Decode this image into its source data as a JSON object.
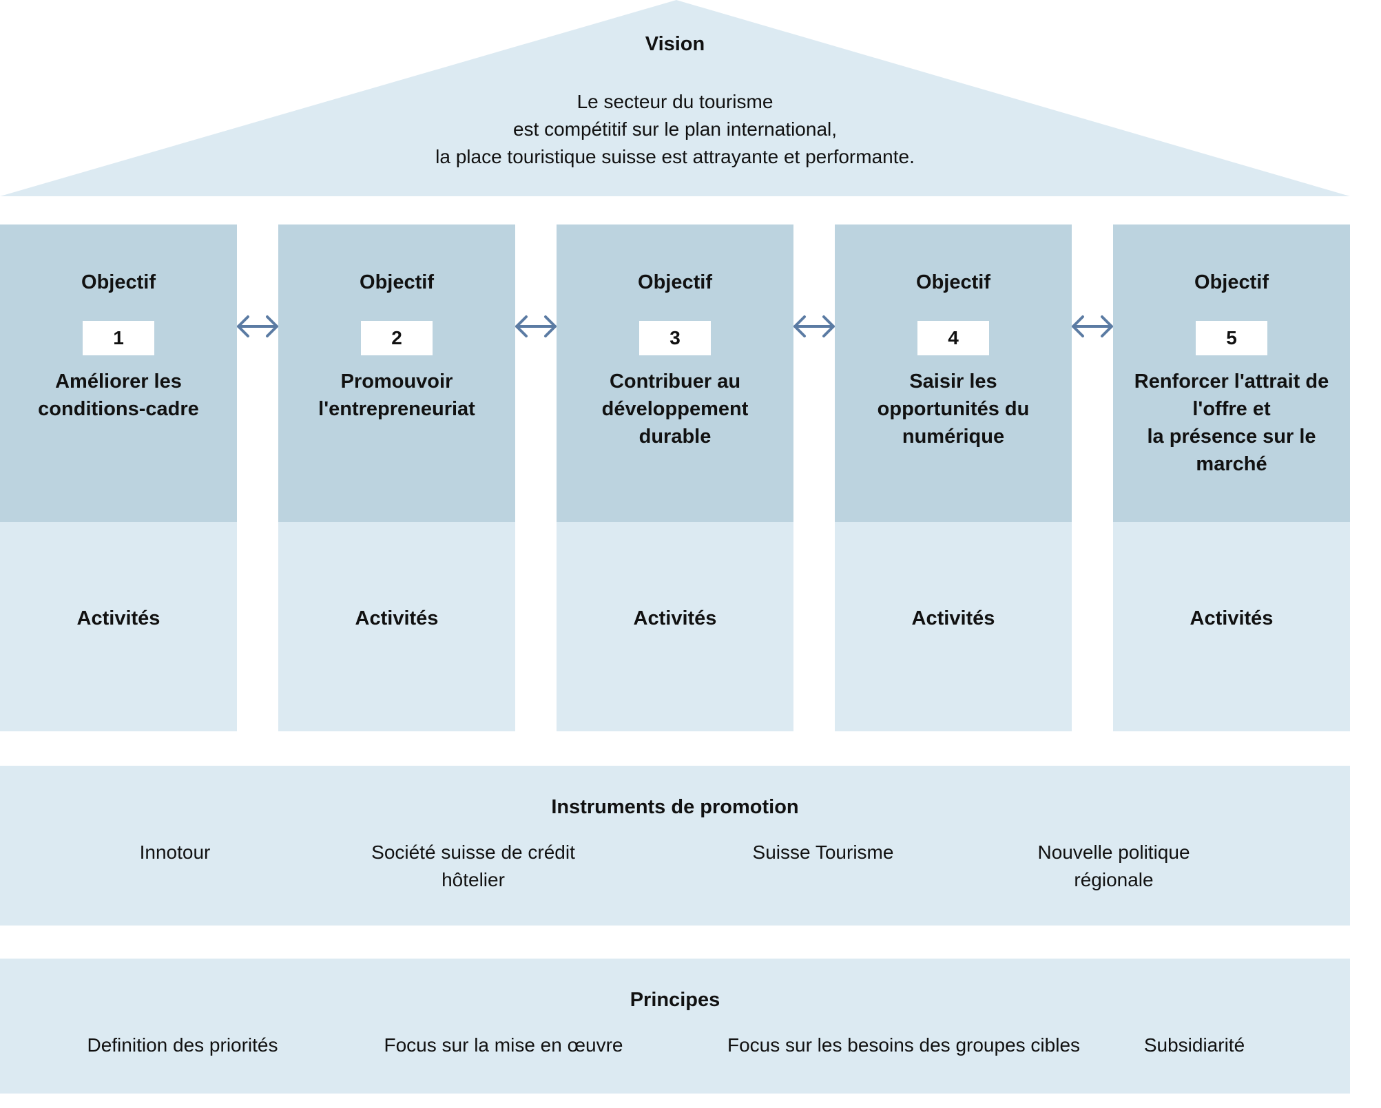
{
  "vision": {
    "title": "Vision",
    "lines": [
      "Le secteur du tourisme",
      "est compétitif sur le plan international,",
      "la place touristique suisse est attrayante et performante."
    ]
  },
  "pillars": [
    {
      "label": "Objectif",
      "number": "1",
      "lines": [
        "Améliorer les",
        "conditions-cadre"
      ],
      "activity": "Activités"
    },
    {
      "label": "Objectif",
      "number": "2",
      "lines": [
        "Promouvoir",
        "l'entrepreneuriat"
      ],
      "activity": "Activités"
    },
    {
      "label": "Objectif",
      "number": "3",
      "lines": [
        "Contribuer au",
        "développement",
        "durable"
      ],
      "activity": "Activités"
    },
    {
      "label": "Objectif",
      "number": "4",
      "lines": [
        "Saisir les",
        "opportunités du",
        "numérique"
      ],
      "activity": "Activités"
    },
    {
      "label": "Objectif",
      "number": "5",
      "lines": [
        "Renforcer l'attrait de",
        "l'offre et",
        "la présence sur le",
        "marché"
      ],
      "activity": "Activités"
    }
  ],
  "instruments": {
    "title": "Instruments de promotion",
    "items": [
      [
        "Innotour"
      ],
      [
        "Société suisse de crédit",
        "hôtelier"
      ],
      [
        "Suisse Tourisme"
      ],
      [
        "Nouvelle politique",
        "régionale"
      ]
    ]
  },
  "principles": {
    "title": "Principes",
    "items": [
      "Definition des priorités",
      "Focus sur  la mise en œuvre",
      "Focus sur les besoins des groupes cibles",
      "Subsidiarité"
    ]
  },
  "colors": {
    "light": "#dceaf2",
    "medium": "#bcd3df",
    "arrow": "#5b7ba3"
  }
}
